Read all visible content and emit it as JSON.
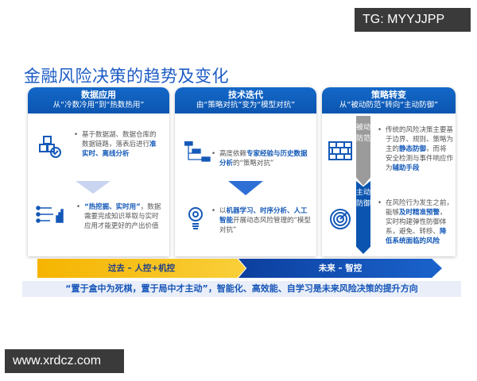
{
  "watermark_top": "TG: MYYJJPP",
  "watermark_bottom": "www.xrdcz.com",
  "title": "金融风险决策的趋势及变化",
  "cards": [
    {
      "title": "数据应用",
      "subtitle": "从“冷数冷用”到“热数热用”",
      "blocks": [
        [
          {
            "t": "基于数据湖、数据仓库的数据链路，落表后进行"
          },
          {
            "t": "准实时、离线分析",
            "hl": true
          }
        ],
        [
          {
            "t": "“热挖掘、实时用”",
            "hl": true
          },
          {
            "t": "，数据需要完成知识萃取与实时应用才能更好的产出价值"
          }
        ]
      ]
    },
    {
      "title": "技术迭代",
      "subtitle": "由“策略对抗”变为“模型对抗”",
      "blocks": [
        [
          {
            "t": "高度依赖"
          },
          {
            "t": "专家经验与历史数据分析",
            "hl": true
          },
          {
            "t": "的“策略对抗”"
          }
        ],
        [
          {
            "t": "以"
          },
          {
            "t": "机器学习、时序分析、人工智能",
            "hl": true
          },
          {
            "t": "开展动态风险管理的“模型对抗”"
          }
        ]
      ]
    },
    {
      "title": "策略转变",
      "subtitle": "从“被动防范”转向“主动防御”",
      "bars": [
        "被动防范",
        "主动防御"
      ],
      "blocks": [
        [
          {
            "t": "传统的风险决策主要基于边界、规则、策略为主的"
          },
          {
            "t": "静态防御",
            "hl": true
          },
          {
            "t": "，而将安全检测与事件响应作为"
          },
          {
            "t": "辅助手段",
            "hl": true
          }
        ],
        [
          {
            "t": "在风险行为发生之前，能够"
          },
          {
            "t": "及时精准预警",
            "hl": true
          },
          {
            "t": "，实时构建弹性防御体系，避免、转移、"
          },
          {
            "t": "降低系统面临的风险",
            "hl": true
          }
        ]
      ]
    }
  ],
  "timeline": {
    "past": "过去 – 人控+机控",
    "future": "未来 – 智控"
  },
  "quote": "“置于盒中为死棋，置于局中才主动”，智能化、高效能、自学习是未来风险决策的提升方向",
  "colors": {
    "primary": "#0b55b0",
    "accent": "#f6b400",
    "highlight": "#1459b8"
  }
}
